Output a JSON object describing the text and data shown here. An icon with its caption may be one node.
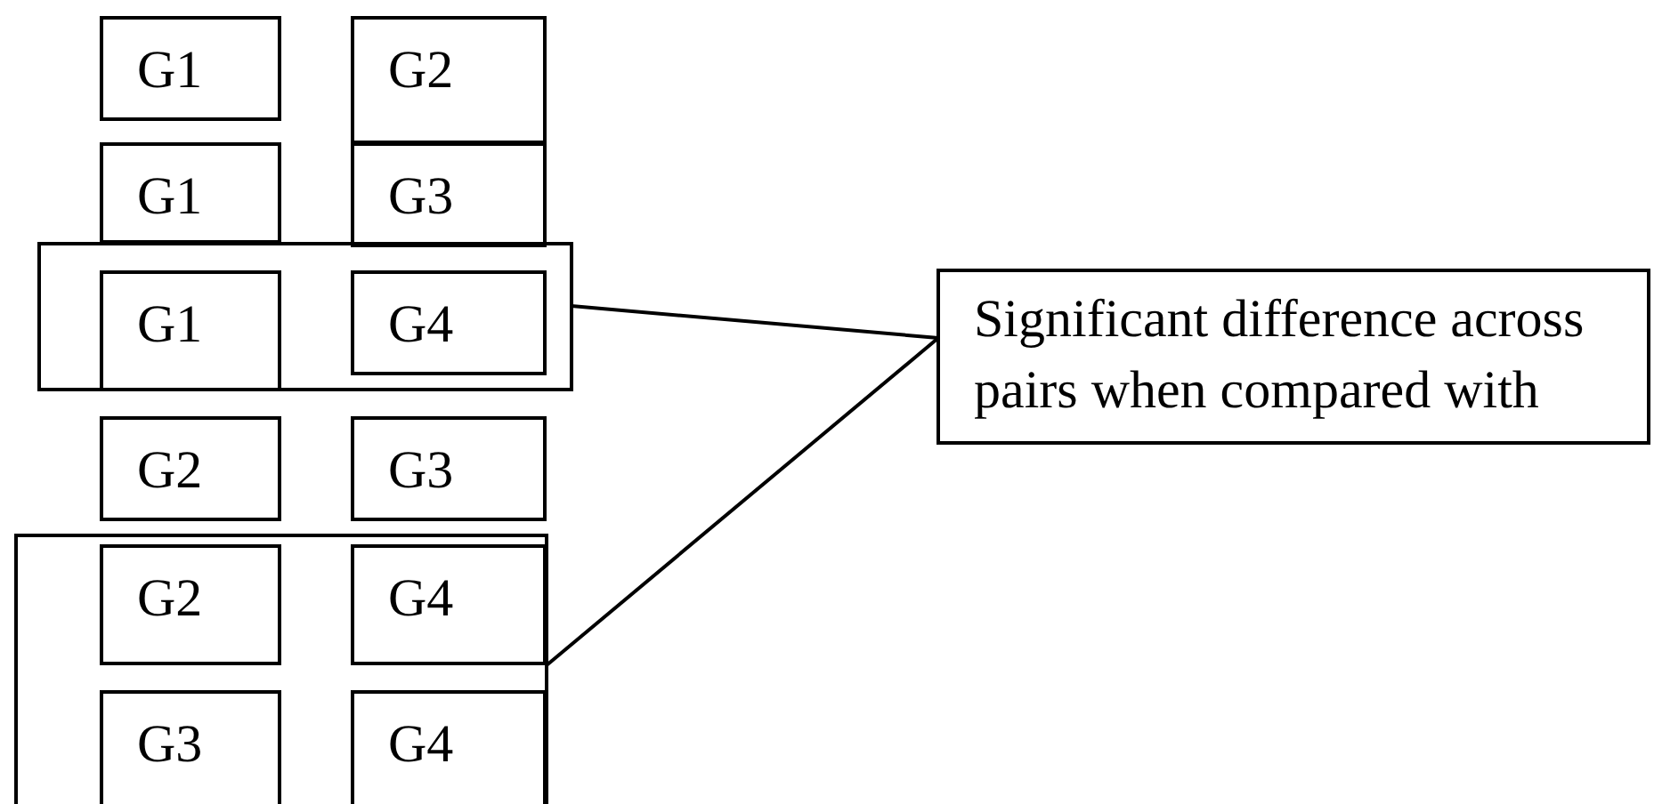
{
  "diagram": {
    "nodes": [
      {
        "text": [
          "G1"
        ]
      },
      {
        "text": [
          "G2"
        ]
      },
      {
        "text": [
          "G1"
        ]
      },
      {
        "text": [
          "G3"
        ]
      },
      {
        "text": [],
        "shape": "box"
      },
      {
        "text": [
          "G1"
        ],
        "in": 4
      },
      {
        "text": [
          "G4"
        ],
        "in": 4
      },
      {
        "text": [
          "Significant difference across pairs when compared with"
        ]
      },
      {
        "text": [
          "G2"
        ]
      },
      {
        "text": [
          "G3"
        ]
      },
      {
        "text": [],
        "shape": "box"
      },
      {
        "text": [
          "G2"
        ],
        "in": 10
      },
      {
        "text": [
          "G4"
        ],
        "in": 10
      },
      {
        "text": [
          "G3"
        ],
        "in": 10
      },
      {
        "text": [
          "G4"
        ],
        "in": 10
      }
    ],
    "edges": [
      {
        "from": 7,
        "to": 4,
        "arrow": "none"
      },
      {
        "from": 7,
        "to": 10,
        "arrow": "none"
      }
    ]
  }
}
